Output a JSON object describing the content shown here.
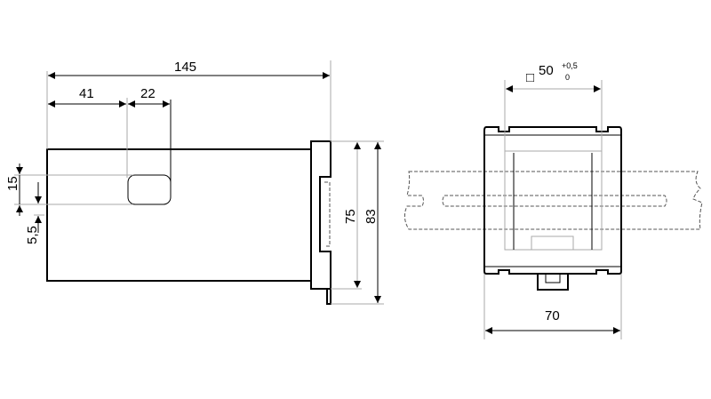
{
  "side_view": {
    "dimensions": {
      "overall_length": "145",
      "window_offset": "41",
      "window_width": "22",
      "window_height": "15",
      "window_bottom_offset": "5,5",
      "body_height": "75",
      "front_height": "83"
    }
  },
  "front_view": {
    "dimensions": {
      "cutout_symbol": "□",
      "cutout_size": "50",
      "cutout_tol_upper": "+0,5",
      "cutout_tol_lower": "0",
      "front_width": "70"
    }
  }
}
